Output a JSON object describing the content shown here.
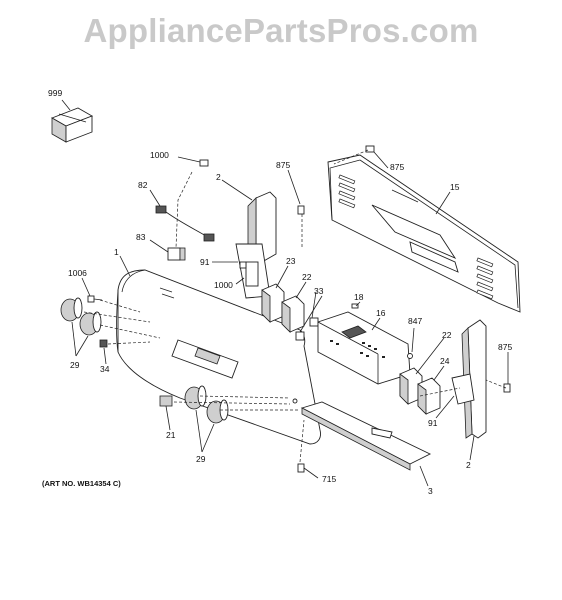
{
  "watermark": "AppliancePartsPros.com",
  "art_number": "(ART NO. WB14354 C)",
  "callouts": {
    "c999": "999",
    "c1000a": "1000",
    "c875a": "875",
    "c875b": "875",
    "c875c": "875",
    "c15": "15",
    "c82": "82",
    "c2a": "2",
    "c2b": "2",
    "c83": "83",
    "c91a": "91",
    "c91b": "91",
    "c1": "1",
    "c1006": "1006",
    "c23": "23",
    "c22a": "22",
    "c22b": "22",
    "c1000b": "1000",
    "c33": "33",
    "c18": "18",
    "c16": "16",
    "c847": "847",
    "c29a": "29",
    "c29b": "29",
    "c34": "34",
    "c24": "24",
    "c21": "21",
    "c715": "715",
    "c3": "3"
  }
}
